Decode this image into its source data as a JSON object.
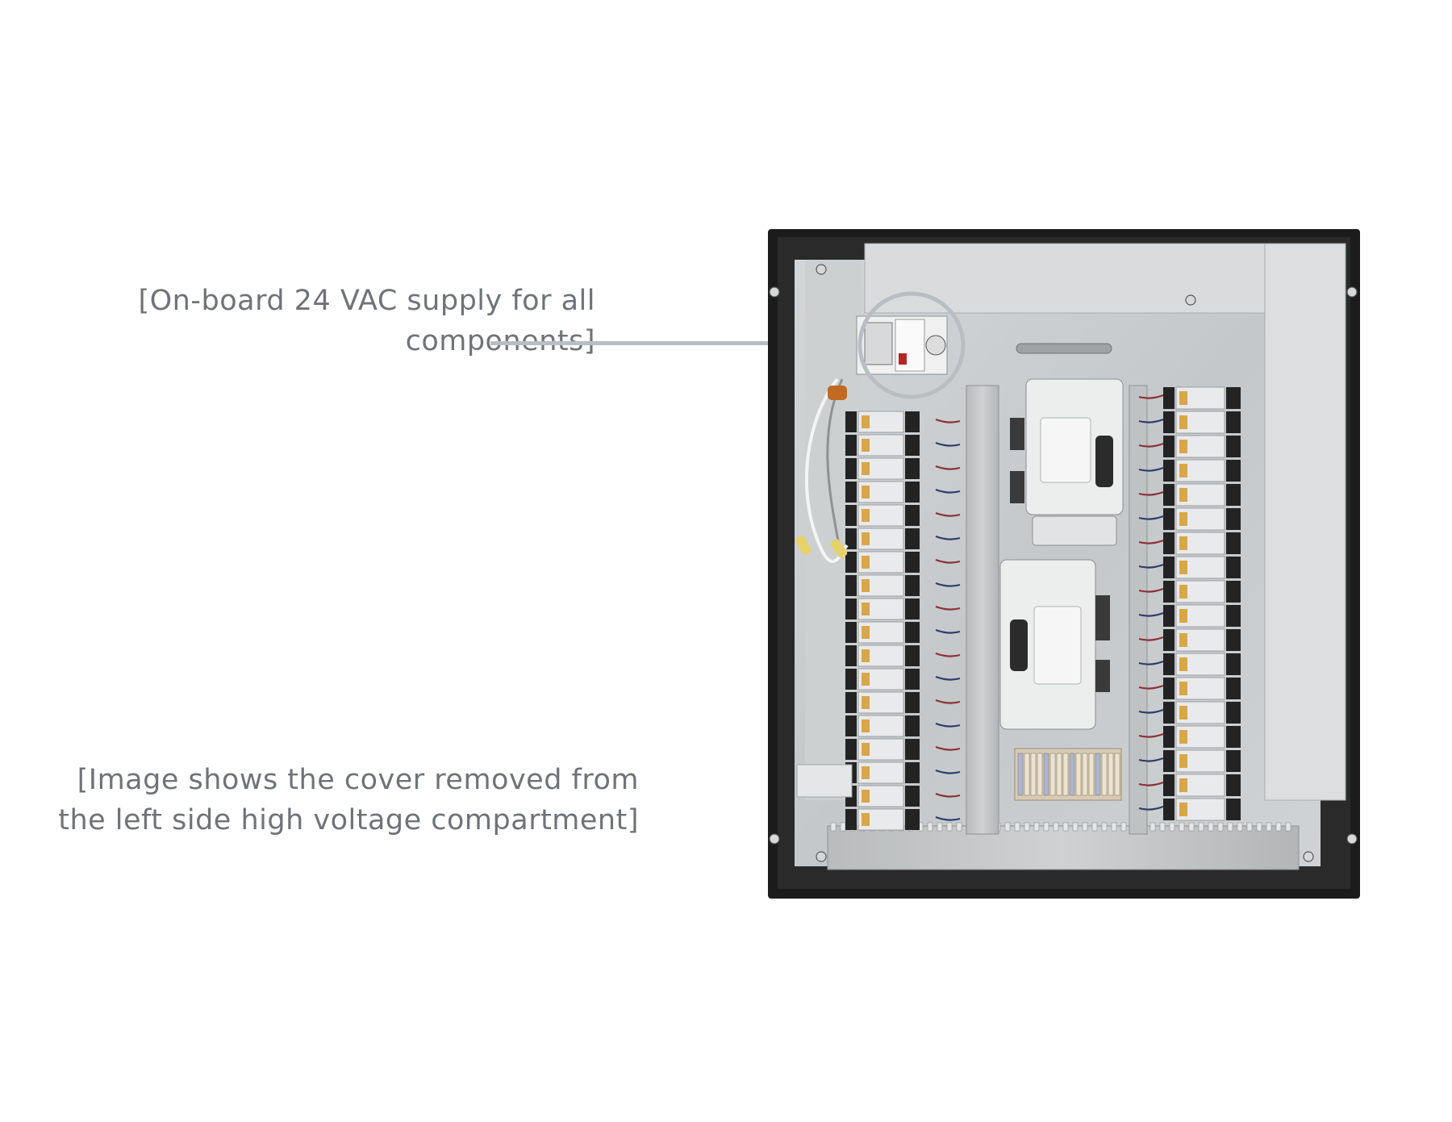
{
  "captions": {
    "supply_line1": "[On-board 24 VAC supply for all",
    "supply_line2": "components]",
    "cover_line1": "[Image shows the cover removed from",
    "cover_line2": "the left side high voltage compartment]"
  },
  "colors": {
    "caption_text": "#6f7378",
    "callout_line": "#b8bec4",
    "enclosure_frame": "#1b1b1b",
    "backplate": "#c9ccce",
    "relay_body": "#e9eaeb",
    "relay_terminal": "#232323",
    "wire_red": "#8e2f36",
    "wire_blue": "#2e3d6b",
    "wire_orange": "#c26a22"
  },
  "relay_bank_left_count": 18,
  "relay_bank_right_count": 18
}
